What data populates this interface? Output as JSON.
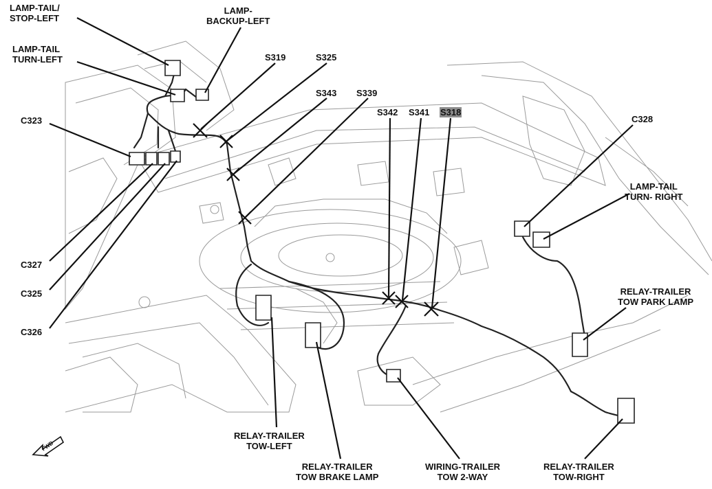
{
  "labels": {
    "lamp_tail_stop_left": "LAMP-TAIL/\nSTOP-LEFT",
    "lamp_backup_left": "LAMP-\nBACKUP-LEFT",
    "lamp_tail_turn_left": "LAMP-TAIL\nTURN-LEFT",
    "s319": "S319",
    "s325": "S325",
    "s343": "S343",
    "s339": "S339",
    "s342": "S342",
    "s341": "S341",
    "s318": "S318",
    "c323": "C323",
    "c328": "C328",
    "lamp_tail_turn_right": "LAMP-TAIL\nTURN- RIGHT",
    "relay_trailer_tow_park_lamp": "RELAY-TRAILER\nTOW PARK LAMP",
    "c327": "C327",
    "c325": "C325",
    "c326": "C326",
    "relay_trailer_tow_left": "RELAY-TRAILER\nTOW-LEFT",
    "relay_trailer_tow_brake_lamp": "RELAY-TRAILER\nTOW BRAKE LAMP",
    "wiring_trailer_tow_2way": "WIRING-TRAILER\nTOW 2-WAY",
    "relay_trailer_tow_right": "RELAY-TRAILER\nTOW-RIGHT",
    "fwd": "FWD"
  },
  "colors": {
    "ink": "#111111",
    "line_art": "#555555",
    "light_art": "#9a9a9a",
    "highlight": "#8c8c8c"
  }
}
